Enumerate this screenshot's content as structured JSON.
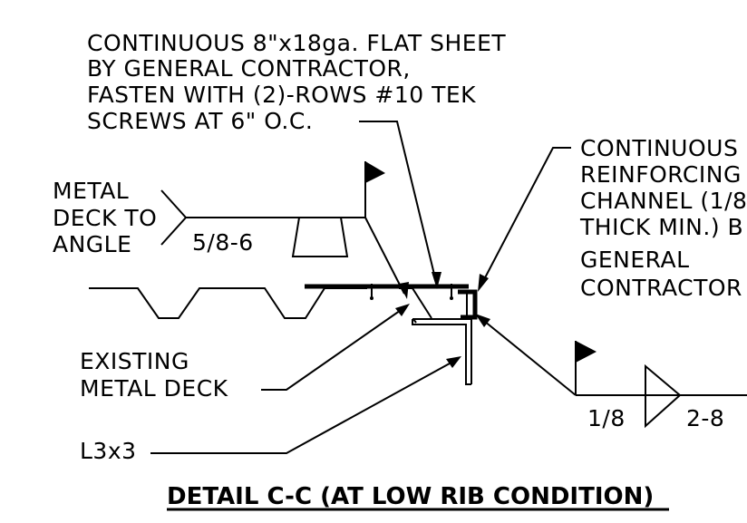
{
  "notes": {
    "flat_sheet": {
      "line1": "CONTINUOUS 8\"x18ga. FLAT SHEET",
      "line2": "BY GENERAL CONTRACTOR,",
      "line3": "FASTEN WITH (2)-ROWS #10 TEK",
      "line4": "SCREWS AT 6\" O.C."
    },
    "reinforcing_channel": {
      "line1": "CONTINUOUS",
      "line2": "REINFORCING",
      "line3": "CHANNEL (1/8",
      "line4": "THICK MIN.) B",
      "line5": "GENERAL",
      "line6": "CONTRACTOR"
    },
    "metal_deck_to_angle": {
      "line1": "METAL",
      "line2": "DECK TO",
      "line3": "ANGLE"
    },
    "existing_deck": {
      "line1": "EXISTING",
      "line2": "METAL DECK"
    },
    "angle": "L3x3"
  },
  "welds": {
    "deck_weld_size": "5/8-6",
    "channel_weld_size": "1/8",
    "channel_weld_length": "2-8"
  },
  "title": "DETAIL C-C (AT LOW RIB CONDITION)"
}
